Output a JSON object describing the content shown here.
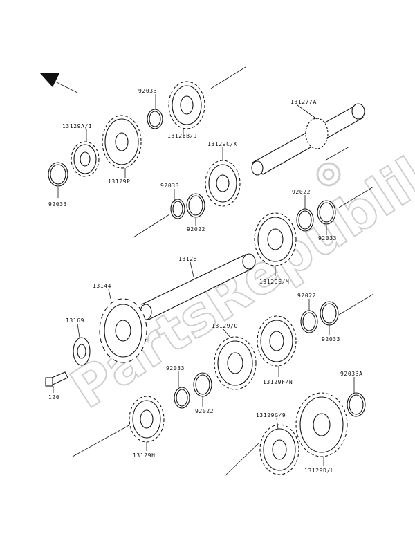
{
  "labels": {
    "l92033_top": "92033",
    "l13123B": "13123B/J",
    "l13127A": "13127/A",
    "l13129A": "13129A/I",
    "l13129P": "13129P",
    "l92033_left": "92033",
    "l13129C": "13129C/K",
    "l92033_mid": "92033",
    "l92022_mid": "92022",
    "l92022_right": "92022",
    "l92033_right": "92033",
    "l13128": "13128",
    "l13129E": "13129E/M",
    "l13144": "13144",
    "l13169": "13169",
    "l92022_lowright": "92022",
    "l92033_lowright": "92033",
    "l13129_o": "13129/O",
    "l13129F": "13129F/N",
    "l120": "120",
    "l92033_low": "92033",
    "l92022_low": "92022",
    "l92033A": "92033A",
    "l13129G": "13129G/9",
    "l13129H": "13129H",
    "l13129D": "13129D/L"
  },
  "watermark": {
    "text": "PartsRepublik",
    "color": "#cfcfcf"
  },
  "icons": {
    "direction": "arrow-up-left-icon",
    "watermark_gear": "gear-icon"
  }
}
